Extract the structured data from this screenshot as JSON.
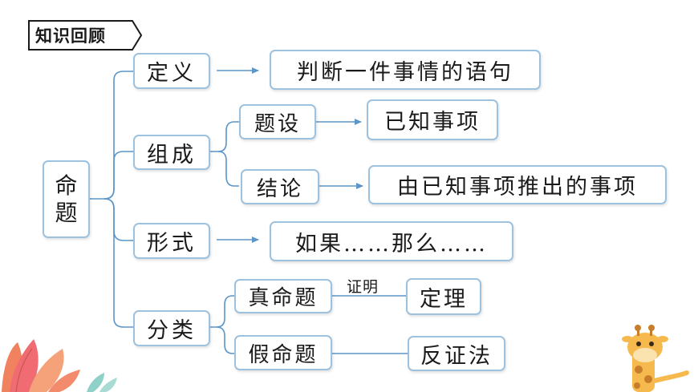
{
  "header": {
    "tag": "知识回顾"
  },
  "root": {
    "line1": "命",
    "line2": "题"
  },
  "definition": {
    "label": "定义",
    "result": "判断一件事情的语句"
  },
  "composition": {
    "label": "组成",
    "hypothesis": {
      "label": "题设",
      "result": "已知事项"
    },
    "conclusion": {
      "label": "结论",
      "result": "由已知事项推出的事项"
    }
  },
  "form": {
    "label": "形式",
    "result": "如果……那么……"
  },
  "classification": {
    "label": "分类",
    "true_prop": {
      "label": "真命题",
      "edge": "证明",
      "result": "定理"
    },
    "false_prop": {
      "label": "假命题",
      "result": "反证法"
    }
  },
  "colors": {
    "line": "#5b95c9",
    "box_border": "#9cc2df"
  }
}
